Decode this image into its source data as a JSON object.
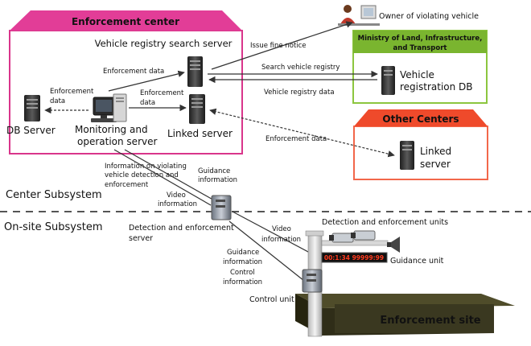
{
  "colors": {
    "enforcement_border": "#d9358b",
    "enforcement_header": "#e23d97",
    "ministry_border": "#8cc63f",
    "ministry_header": "#7ab52f",
    "other_border": "#f2674a",
    "other_header": "#ef4a2b",
    "server_body": "#3a3a3a",
    "site_top": "#4f4c2a",
    "site_side": "#2f2d18",
    "pole": "#e6e6e6",
    "sign_bg": "#111111",
    "sign_text": "#ff3b1f"
  },
  "icons": [
    "server-icon",
    "workstation-icon",
    "person-at-computer-icon",
    "camera-icon",
    "speaker-icon",
    "cabinet-icon"
  ],
  "enforcement_center": {
    "title": "Enforcement center",
    "search_server": "Vehicle registry search server",
    "db_server": "DB Server",
    "monitoring_line1": "Monitoring and",
    "monitoring_line2": "operation server",
    "linked_server": "Linked server",
    "enforcement_data_1": "Enforcement data",
    "enforcement_data_2_line1": "Enforcement",
    "enforcement_data_2_line2": "data",
    "enforcement_data_3_line1": "Enforcement",
    "enforcement_data_3_line2": "data"
  },
  "owner": "Owner of violating vehicle",
  "ministry": {
    "title_line1": "Ministry of Land, Infrastructure,",
    "title_line2": "and Transport",
    "db_line1": "Vehicle",
    "db_line2": "registration DB"
  },
  "other_centers": {
    "title": "Other Centers",
    "server_line1": "Linked",
    "server_line2": "server"
  },
  "flows": {
    "issue_fine_notice": "Issue fine notice",
    "search_vehicle_registry": "Search vehicle registry",
    "vehicle_registry_data": "Vehicle registry data",
    "enforcement_data": "Enforcement data",
    "info_violating_line1": "Information on violating",
    "info_violating_line2": "vehicle detection and",
    "info_violating_line3": "enforcement",
    "guidance_info_line1": "Guidance",
    "guidance_info_line2": "information",
    "video_info_line1": "Video",
    "video_info_line2": "information",
    "video_info2_line1": "Video",
    "video_info2_line2": "information",
    "guidance_control_line1": "Guidance",
    "guidance_control_line2": "information",
    "guidance_control_line3": "Control",
    "guidance_control_line4": "information"
  },
  "subsystems": {
    "center": "Center Subsystem",
    "onsite": "On-site Subsystem"
  },
  "onsite": {
    "detection_server_line1": "Detection and enforcement",
    "detection_server_line2": "server",
    "units_label": "Detection and enforcement units",
    "guidance_unit": "Guidance unit",
    "control_unit": "Control unit",
    "sign_text": "00:1:34 99999:99",
    "site_label": "Enforcement site"
  }
}
